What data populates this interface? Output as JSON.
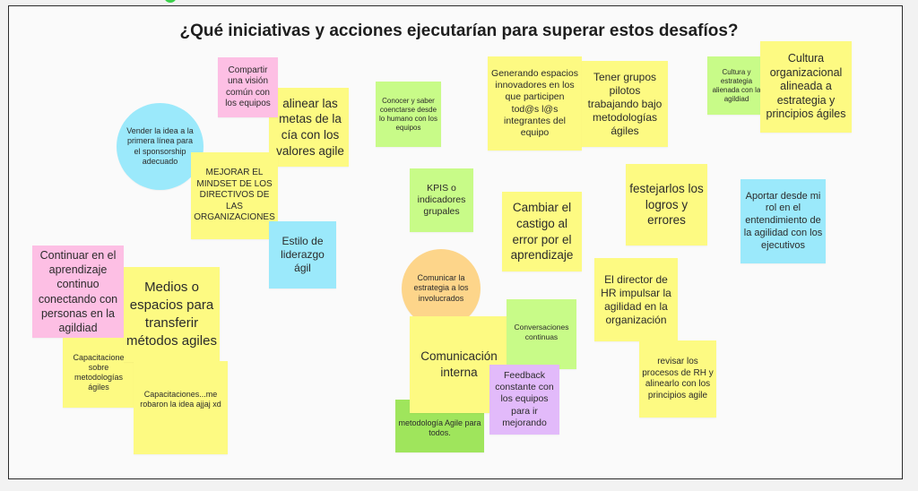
{
  "board": {
    "title": "¿Qué iniciativas y acciones ejecutarían para superar estos desafíos?",
    "notes": [
      "alinear las metas de la cía con los valores agile",
      "Compartir una visión común con los equipos",
      "Vender la idea a la primera línea para el sponsorship adecuado",
      "MEJORAR EL MINDSET DE LOS DIRECTIVOS DE LAS ORGANIZACIONES",
      "Estilo de liderazgo ágil",
      "Continuar en el aprendizaje continuo conectando con personas en la agildiad",
      "Capacitacione sobre metodologías ágiles",
      "Medios o espacios para transferir métodos agiles",
      "Capacitaciones...me robaron la idea ajjaj xd",
      "Conocer y saber coenctarse desde lo humano con los equipos",
      "Generando espacios innovadores en los que participen tod@s l@s integrantes del equipo",
      "Tener grupos pilotos trabajando bajo metodologías ágiles",
      "KPIS o indicadores grupales",
      "Cambiar el castigo al error por el aprendizaje",
      "festejarlos los logros y errores",
      "Cultura y estrategia alienada con la agildiad",
      "Cultura organizacional alineada a estrategia y principios ágiles",
      "Aportar desde mi rol en el entendimiento de la agilidad con los ejecutivos",
      "Comunicar la estrategia a los involucrados",
      "metodología Agile para todos.",
      "Comunicación interna",
      "Conversaciones continuas",
      "Feedback constante con los equipos para ir mejorando",
      "El director de HR impulsar la agilidad en la organización",
      "revisar los procesos de RH y alinearlo con los principios agile"
    ]
  },
  "colors": {
    "yellow": "#fdfa82",
    "pink": "#fdbfe4",
    "blue": "#9be9fb",
    "green": "#c8fb88",
    "dark_green": "#9fe55c",
    "orange": "#fdd58a",
    "purple": "#e2bafa"
  }
}
